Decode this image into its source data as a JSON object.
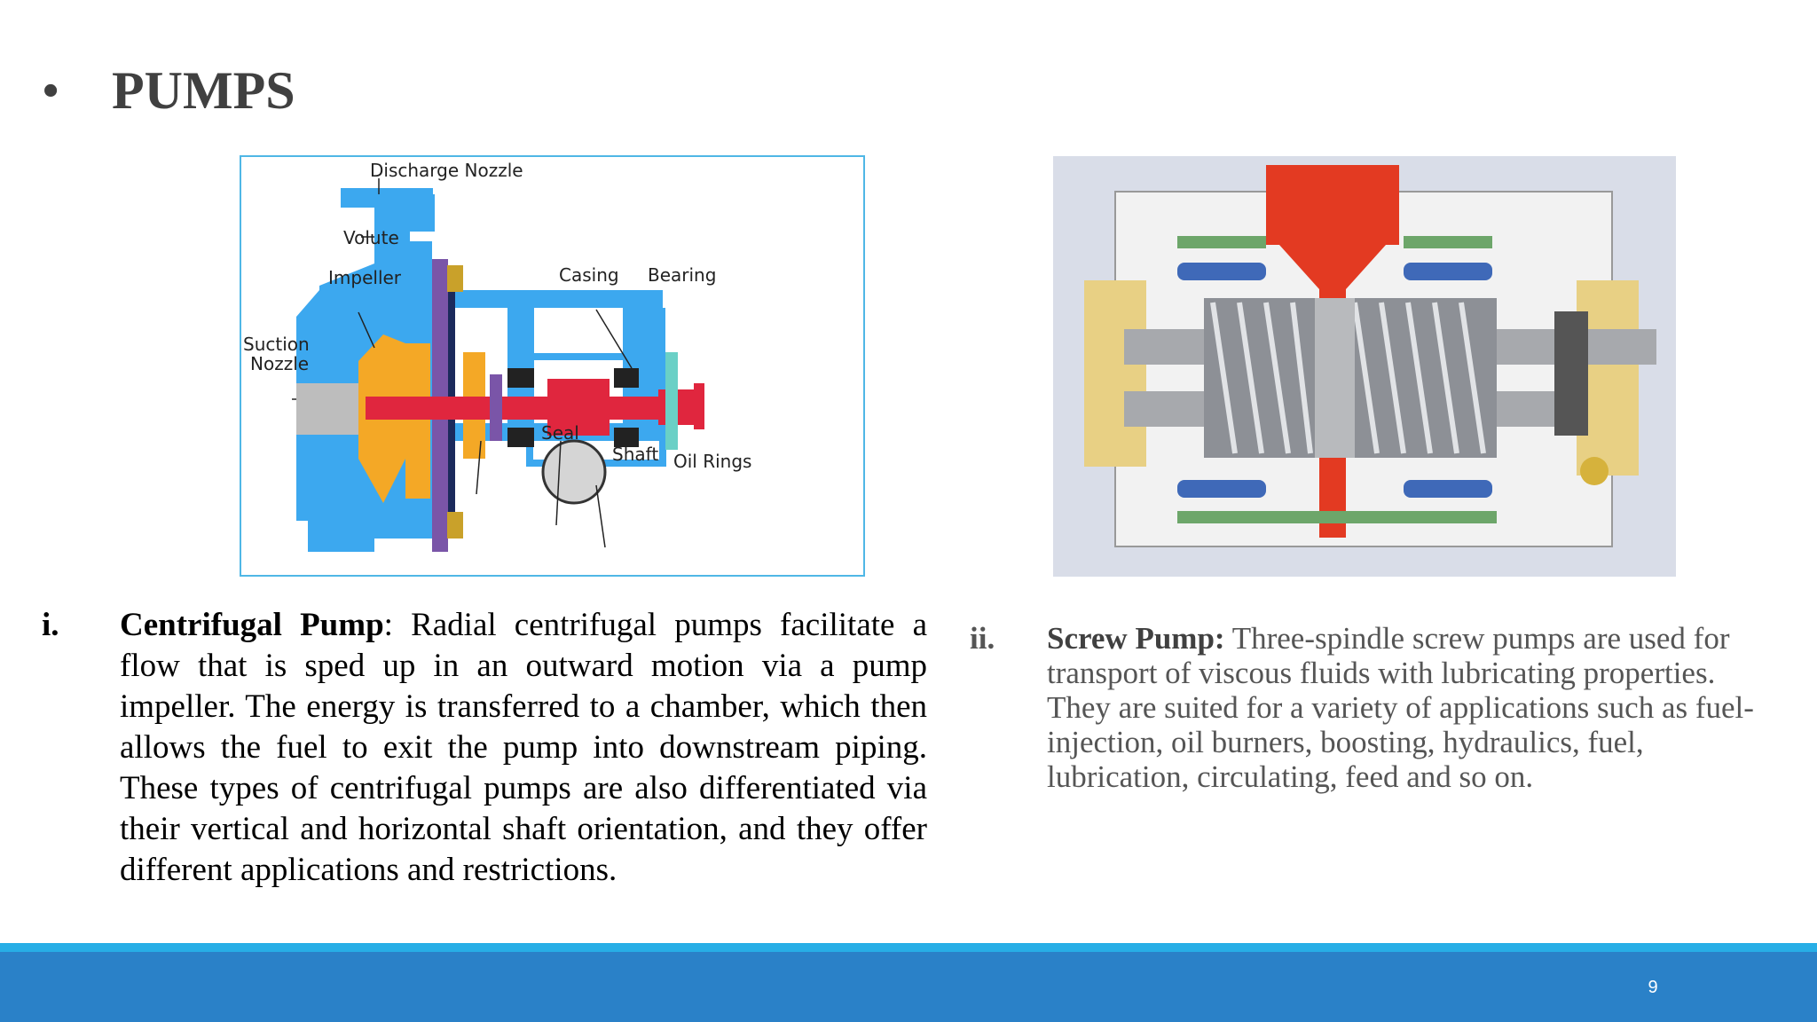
{
  "slide": {
    "bullet": "•",
    "title": "PUMPS",
    "page_number": "9"
  },
  "figure_centrifugal": {
    "icon": "centrifugal-pump-diagram",
    "labels": {
      "discharge_nozzle": "Discharge Nozzle",
      "volute": "Volute",
      "impeller": "Impeller",
      "casing": "Casing",
      "bearing": "Bearing",
      "suction": "Suction",
      "nozzle": "Nozzle",
      "seal": "Seal",
      "shaft": "Shaft",
      "oil_rings": "Oil Rings"
    }
  },
  "figure_screw": {
    "icon": "screw-pump-cutaway-image"
  },
  "items": [
    {
      "number": "i.",
      "term": "Centrifugal Pump",
      "separator": ":",
      "text": " Radial centrifugal pumps facilitate a flow that is sped up in an outward motion via a pump impeller. The energy is transferred to a chamber, which then allows the fuel to exit the pump into downstream piping. These types of centrifugal pumps are also differentiated via their vertical and horizontal shaft orientation, and they offer different applications and restrictions."
    },
    {
      "number": "ii.",
      "term": "Screw Pump:",
      "text": " Three-spindle screw pumps are used for transport of viscous fluids with lubricating properties. They are suited for a variety of applications such as fuel-injection, oil burners, boosting, hydraulics, fuel, lubrication, circulating, feed and so on."
    }
  ],
  "colors": {
    "footer_bar": "#2a81c8",
    "footer_line": "#27aee6",
    "title": "#404040"
  }
}
